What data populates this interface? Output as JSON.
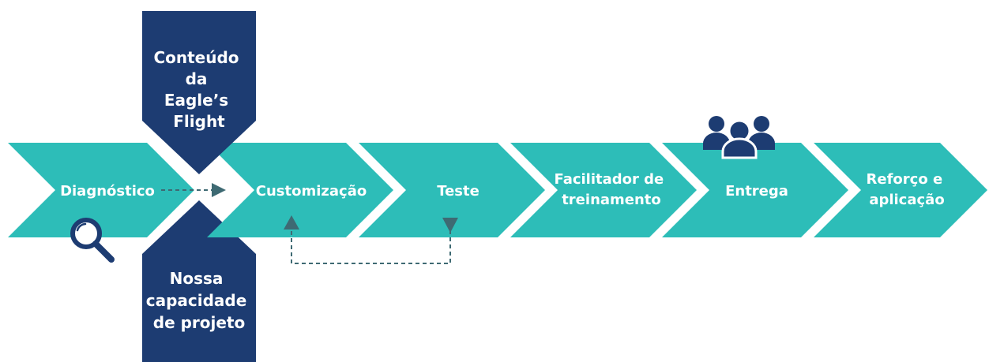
{
  "colors": {
    "accent": "#2dbdb8",
    "dark": "#1d3c72",
    "line": "#3e6a73",
    "background": "#ffffff"
  },
  "banners": {
    "top": {
      "lines": [
        "Conteúdo",
        "da",
        "Eagle’s",
        "Flight"
      ]
    },
    "bottom": {
      "lines": [
        "Nossa",
        "capacidade",
        "de projeto"
      ]
    }
  },
  "steps": [
    {
      "lines": [
        "Diagnóstico"
      ],
      "icon": "magnifier-icon"
    },
    {
      "lines": [
        "Customização"
      ]
    },
    {
      "lines": [
        "Teste"
      ]
    },
    {
      "lines": [
        "Facilitador de",
        "treinamento"
      ]
    },
    {
      "lines": [
        "Entrega"
      ],
      "icon": "people-group-icon"
    },
    {
      "lines": [
        "Reforço e",
        "aplicação"
      ]
    }
  ],
  "connectors": [
    {
      "from": "Diagnóstico",
      "to": "Customização",
      "style": "dashed-arrow"
    },
    {
      "from": "Teste",
      "to": "Customização",
      "style": "dashed-loop"
    }
  ]
}
